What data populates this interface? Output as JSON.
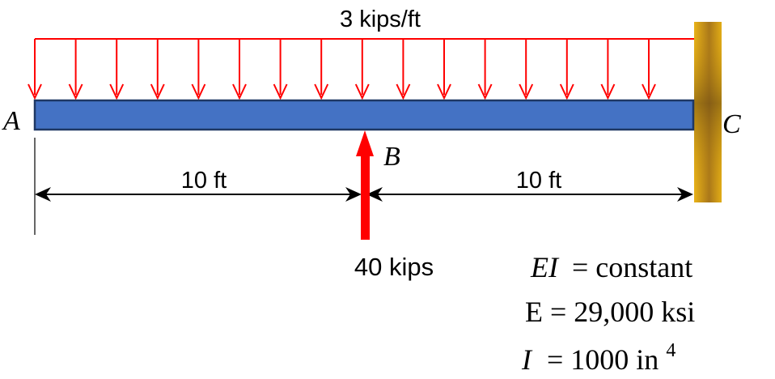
{
  "distributed_load": {
    "label": "3 kips/ft",
    "color": "#ff0000"
  },
  "beam": {
    "color": "#4472c4",
    "border_color": "#1f3864"
  },
  "wall": {
    "color": "#d4a017"
  },
  "points": {
    "a": "A",
    "b": "B",
    "c": "C"
  },
  "dimensions": {
    "left_span": "10 ft",
    "right_span": "10 ft"
  },
  "point_load": {
    "label": "40 kips",
    "color": "#ff0000"
  },
  "properties": {
    "ei_lhs": "EI",
    "ei_rhs": "= constant",
    "e_line": "E = 29,000 ksi",
    "i_lhs": "I",
    "i_rhs": "= 1000 in",
    "i_exp": "4"
  }
}
